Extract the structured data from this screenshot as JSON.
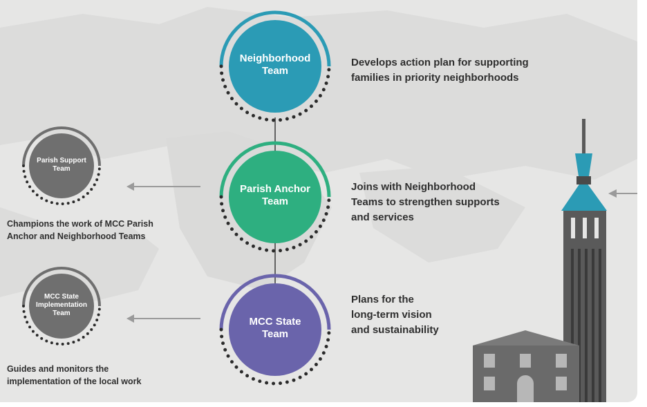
{
  "teams": [
    {
      "name": "Neighborhood\nTeam",
      "description": "Develops action plan for supporting\nfamilies in priority neighborhoods",
      "color": "#2b9bb5"
    },
    {
      "name": "Parish Anchor\nTeam",
      "description": "Joins with Neighborhood\nTeams to strengthen supports\nand services",
      "color": "#2eaf80"
    },
    {
      "name": "MCC State\nTeam",
      "description": "Plans for the\nlong-term vision\nand sustainability",
      "color": "#6a64ab"
    }
  ],
  "support_teams": [
    {
      "name": "Parish Support\nTeam",
      "description": "Champions the work of MCC Parish\nAnchor and Neighborhood Teams",
      "color": "#6f6f6f"
    },
    {
      "name": "MCC State\nImplementation\nTeam",
      "description": "Guides and monitors the\nimplementation of the local work",
      "color": "#6f6f6f"
    }
  ],
  "colors": {
    "background": "#e6e6e5",
    "map_shape": "#d9d9d8",
    "dots": "#2b2b2b",
    "arrow": "#9a9a9a",
    "tower": "#5a5a5a",
    "tower_accent": "#2b9bb5"
  }
}
